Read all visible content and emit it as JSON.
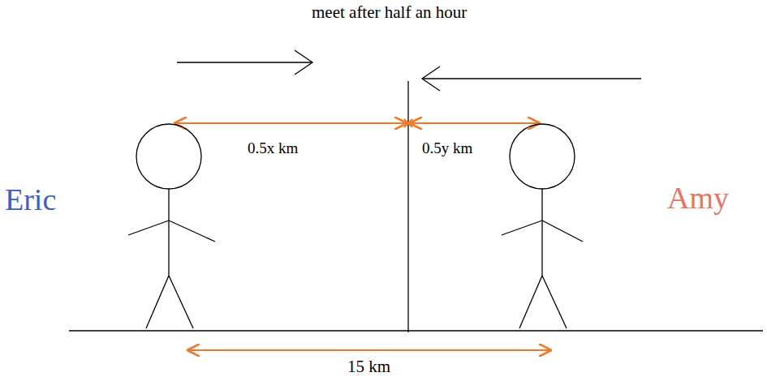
{
  "diagram": {
    "title": "meet after half an hour",
    "labels": [
      "0.5x km",
      "0.5y km",
      "Eric",
      "Amy",
      "15 km"
    ]
  }
}
